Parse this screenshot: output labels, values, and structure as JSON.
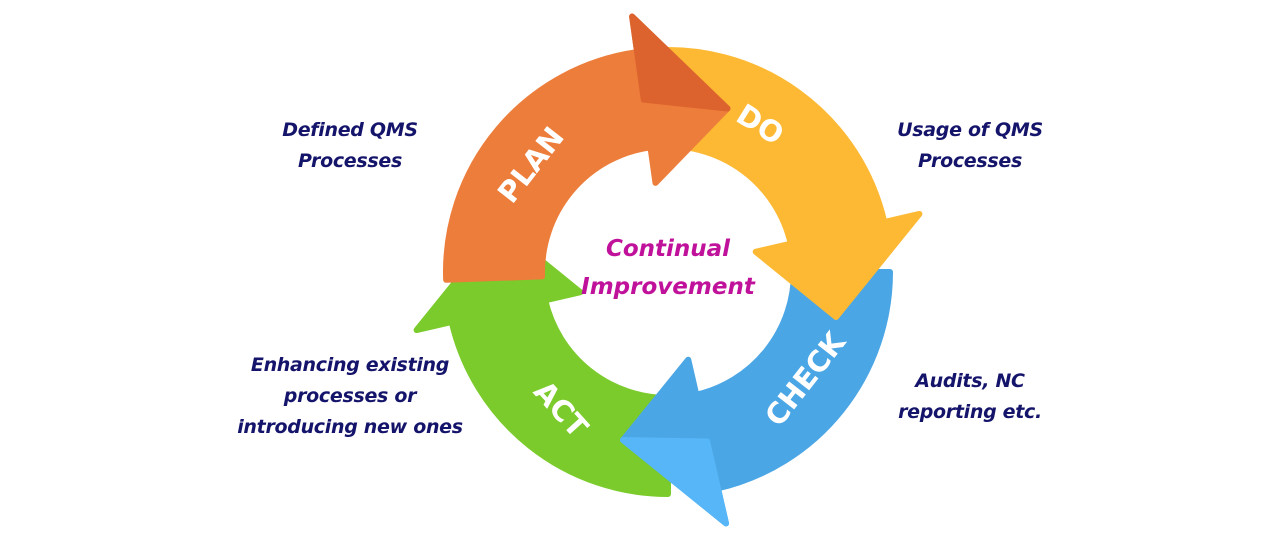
{
  "diagram": {
    "type": "PDCA cycle",
    "center": {
      "lines": [
        "Continual",
        "Improvement"
      ]
    },
    "stages": [
      {
        "id": "plan",
        "label": "PLAN",
        "color": "#ED7D3A",
        "shade": "#DC632E",
        "description": [
          "Defined QMS",
          "Processes"
        ]
      },
      {
        "id": "do",
        "label": "DO",
        "color": "#FDB933",
        "shade": "#FDB933",
        "description": [
          "Usage of QMS",
          "Processes"
        ]
      },
      {
        "id": "check",
        "label": "CHECK",
        "color": "#4BA6E5",
        "shade": "#56B6F7",
        "description": [
          "Audits, NC",
          "reporting etc."
        ]
      },
      {
        "id": "act",
        "label": "ACT",
        "color": "#7ACB2B",
        "shade": "#7ACB2B",
        "description": [
          "Enhancing existing",
          "processes or",
          "introducing new ones"
        ]
      }
    ],
    "flow": [
      "plan",
      "do",
      "check",
      "act",
      "plan"
    ]
  },
  "colors": {
    "description_text": "#15146B",
    "center_text": "#C0119B",
    "stage_text": "#FFFFFF"
  }
}
